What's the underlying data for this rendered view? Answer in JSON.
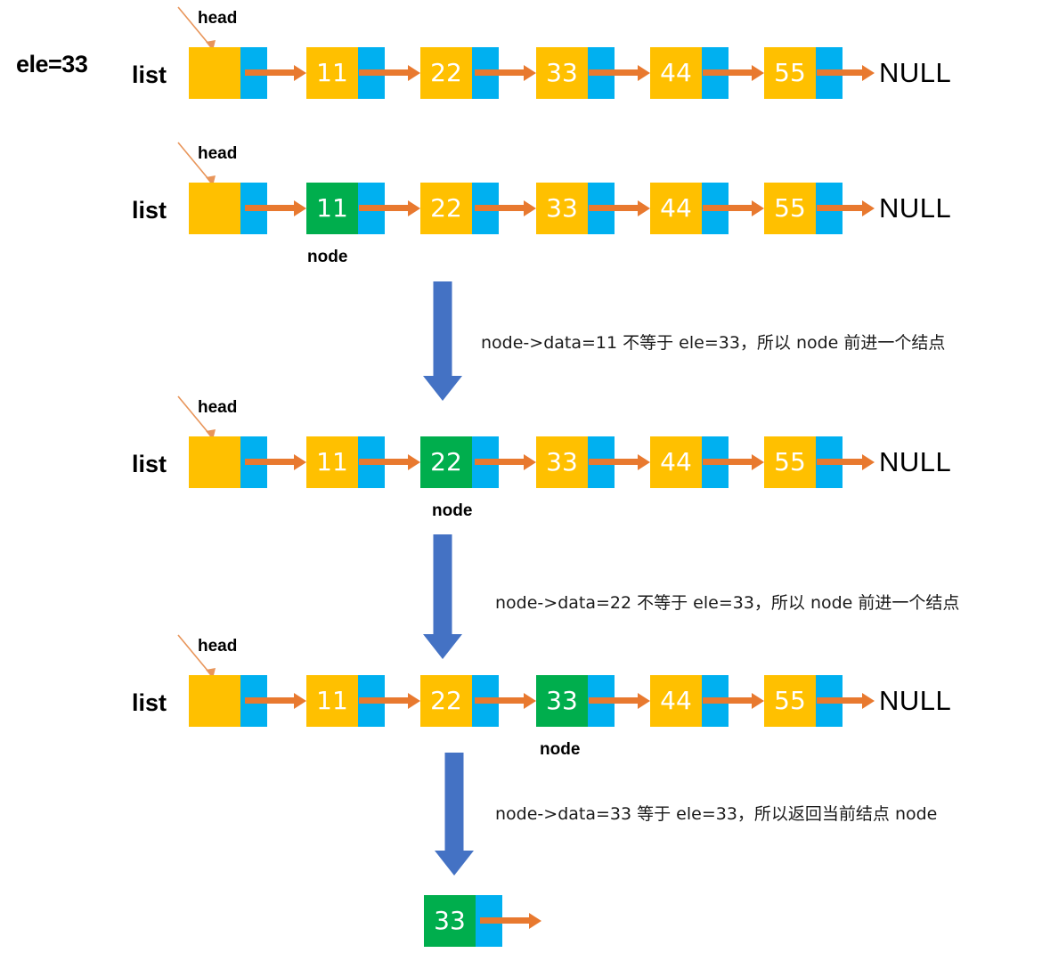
{
  "diagram": {
    "title": "Linked list search (find element) step-by-step",
    "search_label": "ele=33",
    "list_label": "list",
    "head_label": "head",
    "node_label": "node",
    "null_label": "NULL",
    "colors": {
      "data_cell": "#FFC000",
      "data_cell_highlight": "#00AE4D",
      "next_cell": "#00B0F0",
      "link_arrow": "#E8792F",
      "flow_arrow": "#4472C4",
      "text": "#000000",
      "value_text": "#FFFFFF"
    },
    "rows": [
      {
        "id": "row-initial",
        "list_label": "list",
        "head_label": "head",
        "terminator": "NULL",
        "node_caption": null,
        "nodes": [
          {
            "value": "",
            "highlight": false,
            "is_head": true
          },
          {
            "value": "11",
            "highlight": false,
            "is_head": false
          },
          {
            "value": "22",
            "highlight": false,
            "is_head": false
          },
          {
            "value": "33",
            "highlight": false,
            "is_head": false
          },
          {
            "value": "44",
            "highlight": false,
            "is_head": false
          },
          {
            "value": "55",
            "highlight": false,
            "is_head": false
          }
        ]
      },
      {
        "id": "row-node-at-11",
        "list_label": "list",
        "head_label": "head",
        "terminator": "NULL",
        "node_caption": "node",
        "nodes": [
          {
            "value": "",
            "highlight": false,
            "is_head": true
          },
          {
            "value": "11",
            "highlight": true,
            "is_head": false
          },
          {
            "value": "22",
            "highlight": false,
            "is_head": false
          },
          {
            "value": "33",
            "highlight": false,
            "is_head": false
          },
          {
            "value": "44",
            "highlight": false,
            "is_head": false
          },
          {
            "value": "55",
            "highlight": false,
            "is_head": false
          }
        ]
      },
      {
        "id": "row-node-at-22",
        "list_label": "list",
        "head_label": "head",
        "terminator": "NULL",
        "node_caption": "node",
        "nodes": [
          {
            "value": "",
            "highlight": false,
            "is_head": true
          },
          {
            "value": "11",
            "highlight": false,
            "is_head": false
          },
          {
            "value": "22",
            "highlight": true,
            "is_head": false
          },
          {
            "value": "33",
            "highlight": false,
            "is_head": false
          },
          {
            "value": "44",
            "highlight": false,
            "is_head": false
          },
          {
            "value": "55",
            "highlight": false,
            "is_head": false
          }
        ]
      },
      {
        "id": "row-node-at-33",
        "list_label": "list",
        "head_label": "head",
        "terminator": "NULL",
        "node_caption": "node",
        "nodes": [
          {
            "value": "",
            "highlight": false,
            "is_head": true
          },
          {
            "value": "11",
            "highlight": false,
            "is_head": false
          },
          {
            "value": "22",
            "highlight": false,
            "is_head": false
          },
          {
            "value": "33",
            "highlight": true,
            "is_head": false
          },
          {
            "value": "44",
            "highlight": false,
            "is_head": false
          },
          {
            "value": "55",
            "highlight": false,
            "is_head": false
          }
        ]
      }
    ],
    "steps": [
      {
        "id": "step-1",
        "text": "node->data=11 不等于 ele=33，所以 node 前进一个结点"
      },
      {
        "id": "step-2",
        "text": "node->data=22 不等于 ele=33，所以 node 前进一个结点"
      },
      {
        "id": "step-3",
        "text": "node->data=33 等于 ele=33，所以返回当前结点 node"
      }
    ],
    "result": {
      "id": "result-node",
      "value": "33",
      "highlight": true
    }
  }
}
